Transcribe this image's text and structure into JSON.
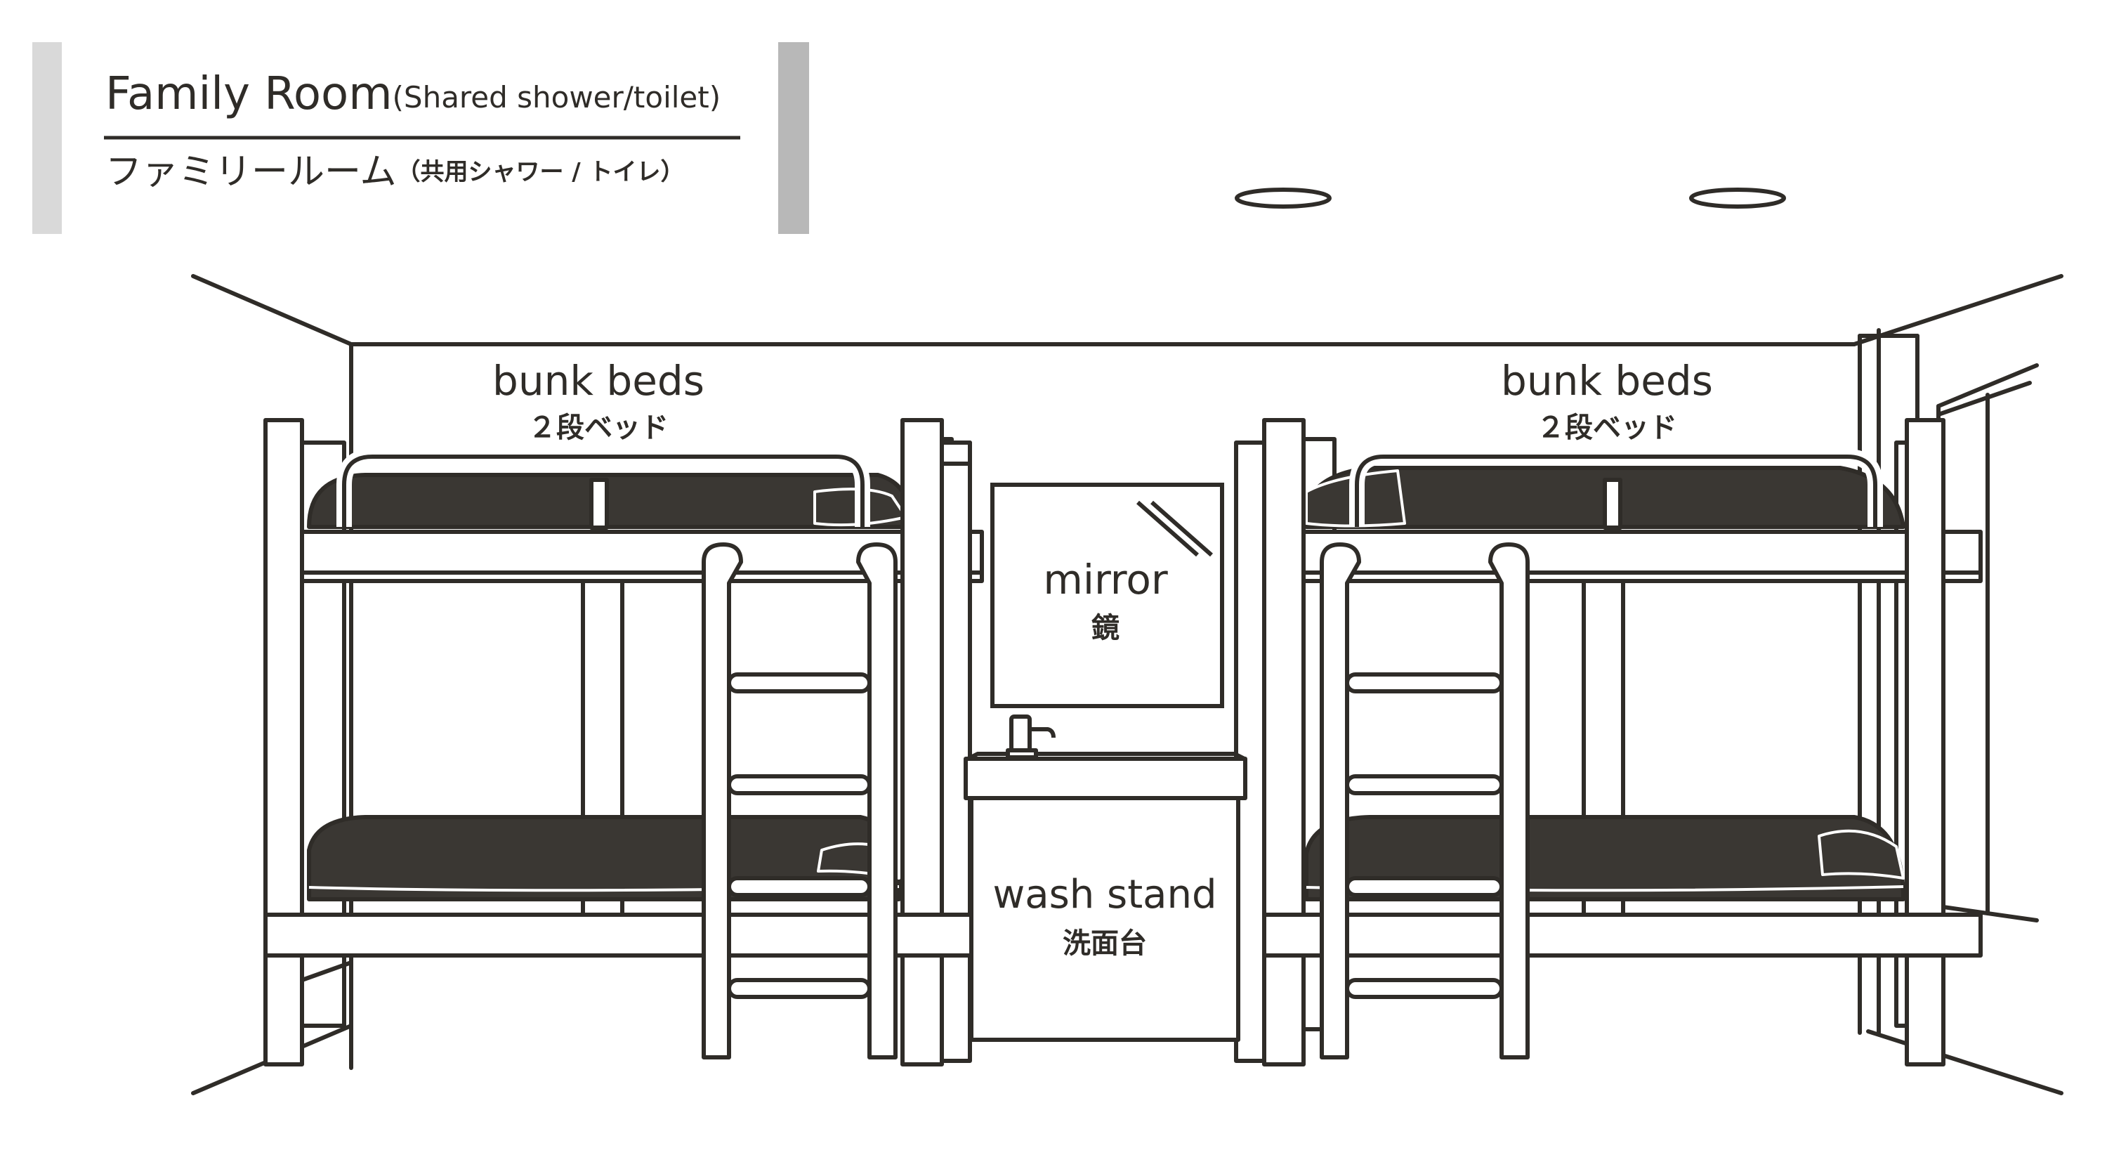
{
  "title": {
    "en_main": "Family Room",
    "en_sub": "(Shared shower/toilet)",
    "ja_main": "ファミリールーム",
    "ja_sub": "（共用シャワー / トイレ）"
  },
  "labels": {
    "bunk_left_en": "bunk beds",
    "bunk_left_ja": "２段ベッド",
    "bunk_right_en": "bunk beds",
    "bunk_right_ja": "２段ベッド",
    "mirror_en": "mirror",
    "mirror_ja": "鏡",
    "wash_en": "wash stand",
    "wash_ja": "洗面台"
  },
  "colors": {
    "line": "#2f2c28",
    "mattress": "#3a3733",
    "title_bar": "#d9d9d9",
    "title_bar_right": "#b8b8b8"
  }
}
